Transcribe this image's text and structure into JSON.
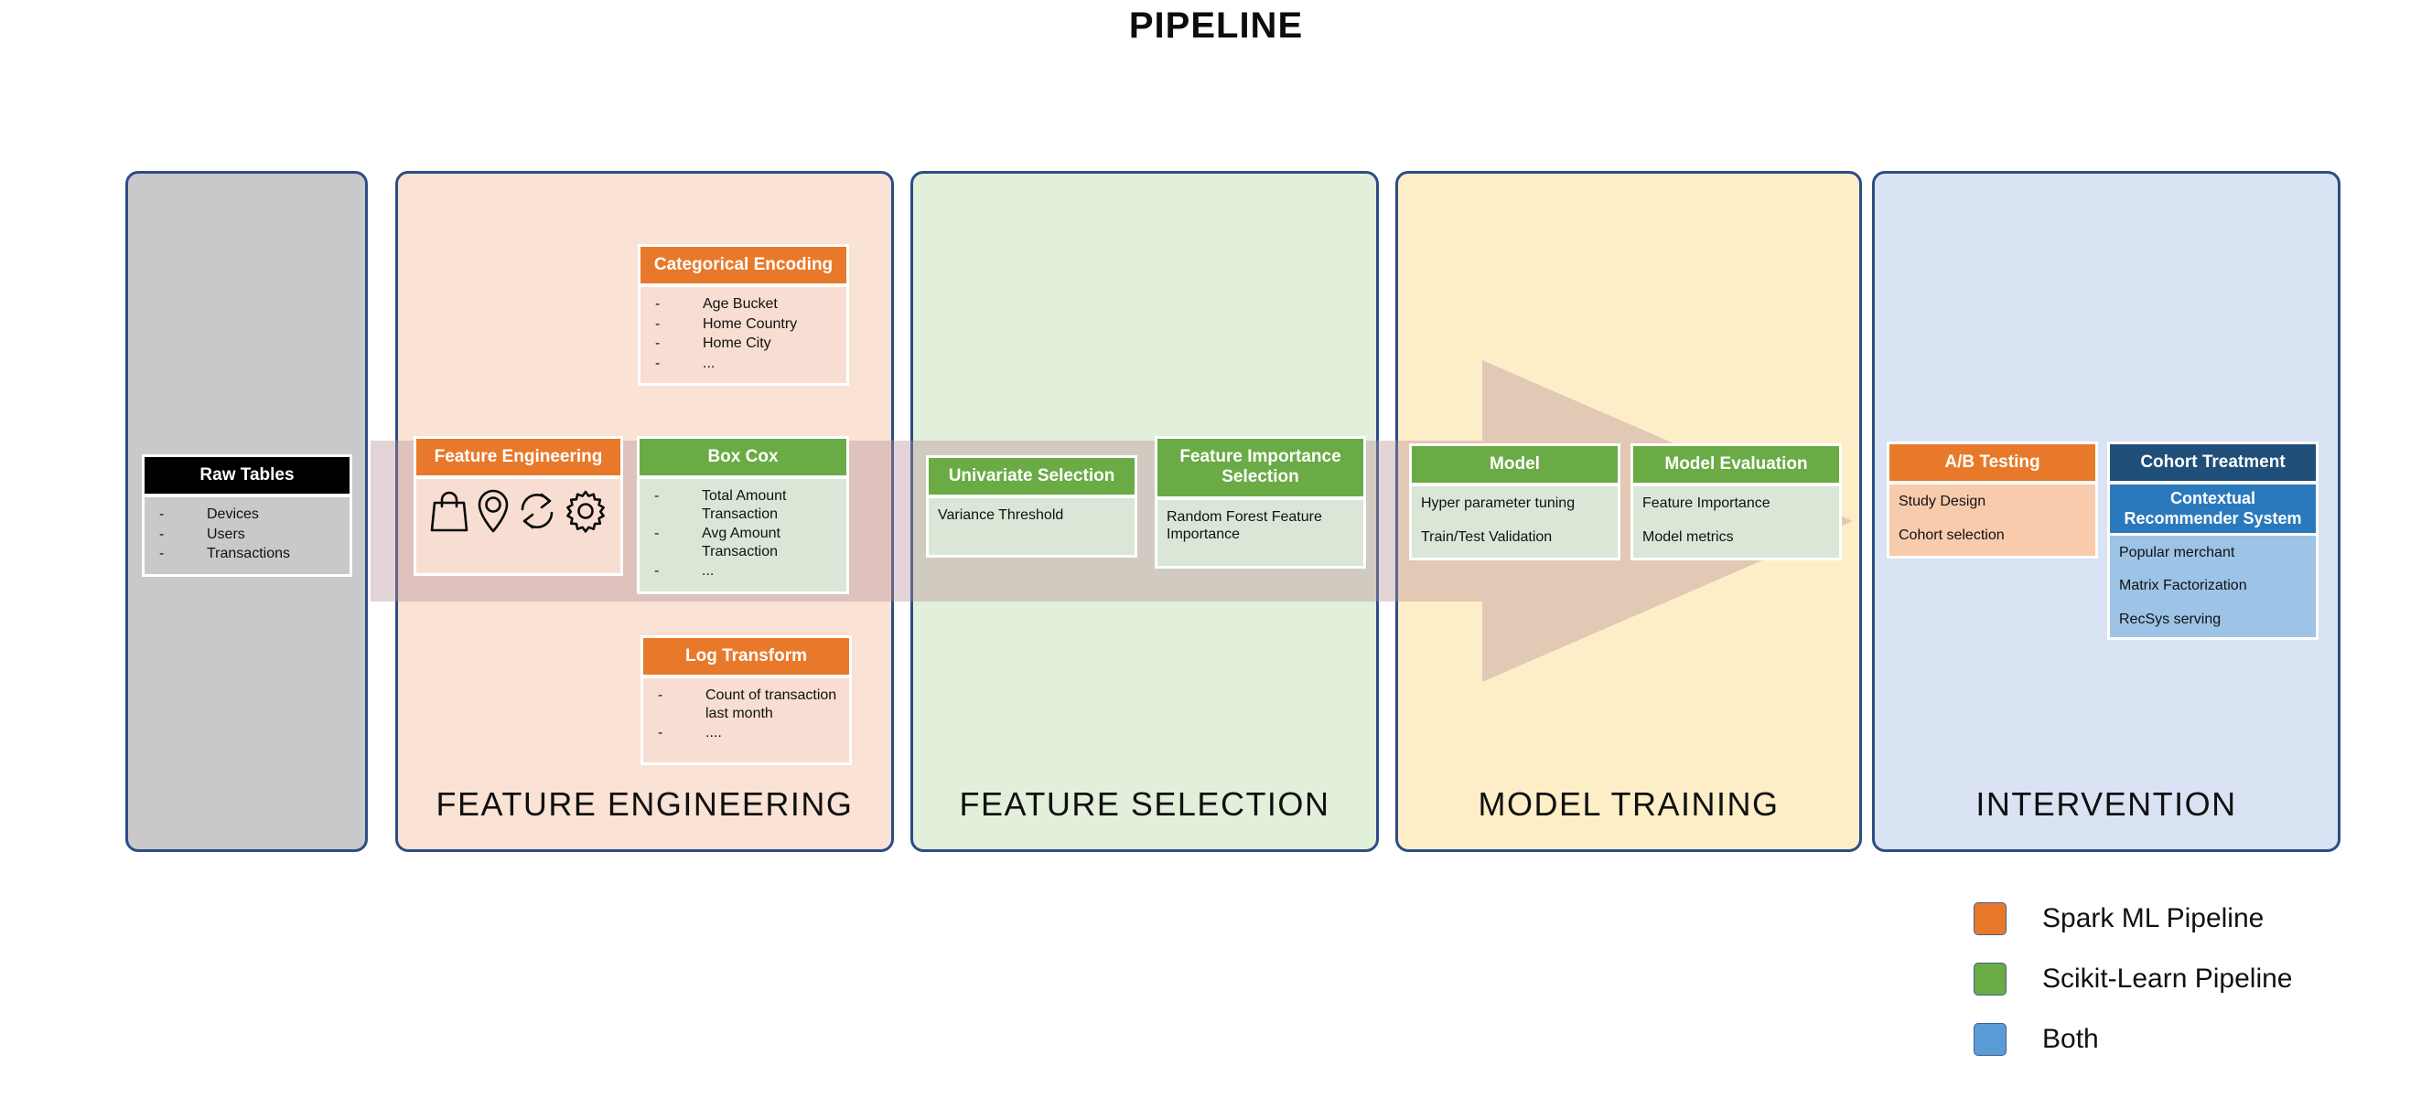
{
  "title": "PIPELINE",
  "stages": [
    {
      "id": "raw-data",
      "label": "",
      "bg": "#c9c9c9"
    },
    {
      "id": "feature-eng",
      "label": "FEATURE ENGINEERING",
      "bg": "#fae2d5"
    },
    {
      "id": "feature-sel",
      "label": "FEATURE SELECTION",
      "bg": "#e2efda"
    },
    {
      "id": "model-train",
      "label": "MODEL TRAINING",
      "bg": "#fdeec8"
    },
    {
      "id": "intervention",
      "label": "INTERVENTION",
      "bg": "#dae3f3"
    }
  ],
  "cards": {
    "raw_tables": {
      "header": "Raw Tables",
      "items": [
        "Devices",
        "Users",
        "Transactions"
      ]
    },
    "categorical_encoding": {
      "header": "Categorical Encoding",
      "items": [
        "Age Bucket",
        "Home Country",
        "Home City",
        "..."
      ]
    },
    "feature_engineering": {
      "header": "Feature Engineering",
      "icons": [
        "shopping-bag-icon",
        "location-pin-icon",
        "sync-arrows-icon",
        "gear-icon"
      ]
    },
    "box_cox": {
      "header": "Box Cox",
      "items": [
        "Total Amount Transaction",
        "Avg Amount Transaction",
        "..."
      ]
    },
    "log_transform": {
      "header": "Log Transform",
      "items": [
        "Count of transaction last month",
        "...."
      ]
    },
    "univariate_selection": {
      "header": "Univariate Selection",
      "items": [
        "Variance Threshold"
      ]
    },
    "feature_importance_selection": {
      "header": "Feature Importance Selection",
      "items": [
        "Random Forest Feature Importance"
      ]
    },
    "model": {
      "header": "Model",
      "items": [
        "Hyper parameter tuning",
        "Train/Test Validation"
      ]
    },
    "model_evaluation": {
      "header": "Model Evaluation",
      "items": [
        "Feature Importance",
        "Model metrics"
      ]
    },
    "ab_testing": {
      "header": "A/B Testing",
      "items": [
        "Study Design",
        "Cohort selection"
      ]
    },
    "cohort_treatment": {
      "header": "Cohort Treatment",
      "subheader": "Contextual Recommender System",
      "items": [
        "Popular merchant",
        "Matrix Factorization",
        "RecSys serving"
      ]
    }
  },
  "legend": {
    "items": [
      {
        "label": "Spark ML Pipeline",
        "color": "#e8792a"
      },
      {
        "label": "Scikit-Learn Pipeline",
        "color": "#6aab46"
      },
      {
        "label": "Both",
        "color": "#5b9bd5"
      }
    ]
  },
  "arrow": {
    "name": "flow-arrow",
    "color": "#b38f96",
    "opacity": 0.38
  }
}
